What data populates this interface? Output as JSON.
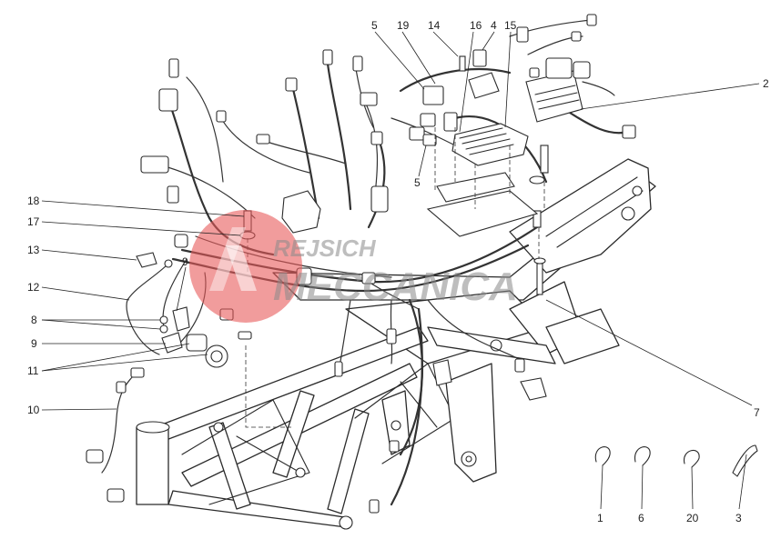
{
  "callouts": {
    "c1": "1",
    "c2": "2",
    "c3": "3",
    "c4": "4",
    "c5a": "5",
    "c5b": "5",
    "c6": "6",
    "c7": "7",
    "c8": "8",
    "c9a": "9",
    "c9b": "9",
    "c10": "10",
    "c11": "11",
    "c12": "12",
    "c13": "13",
    "c14": "14",
    "c15": "15",
    "c16": "16",
    "c17": "17",
    "c18": "18",
    "c19": "19",
    "c20": "20"
  },
  "watermark": {
    "line1": "REJSICH",
    "line2": "MECCANICA",
    "color": "#e85a5a"
  }
}
